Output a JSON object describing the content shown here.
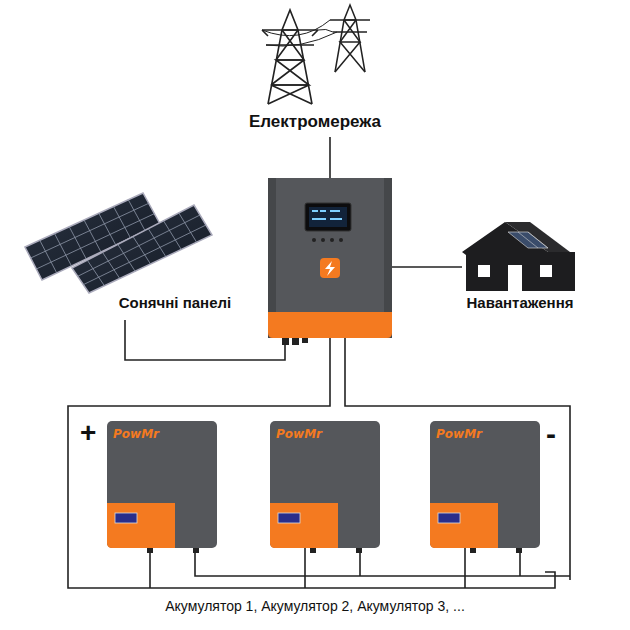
{
  "diagram": {
    "caption": "Акумулятор 1, Акумулятор 2, Акумулятор 3, ...",
    "nodes": [
      {
        "text": [
          "Електромережа"
        ]
      },
      {
        "text": [
          "Сонячні панелі"
        ]
      },
      {
        "text": [
          "Навантаження"
        ]
      },
      {
        "text": [
          "PowMr"
        ]
      },
      {
        "text": [
          "PowMr"
        ]
      },
      {
        "text": [
          "PowMr"
        ]
      }
    ],
    "labels": [
      "+",
      "-"
    ]
  }
}
